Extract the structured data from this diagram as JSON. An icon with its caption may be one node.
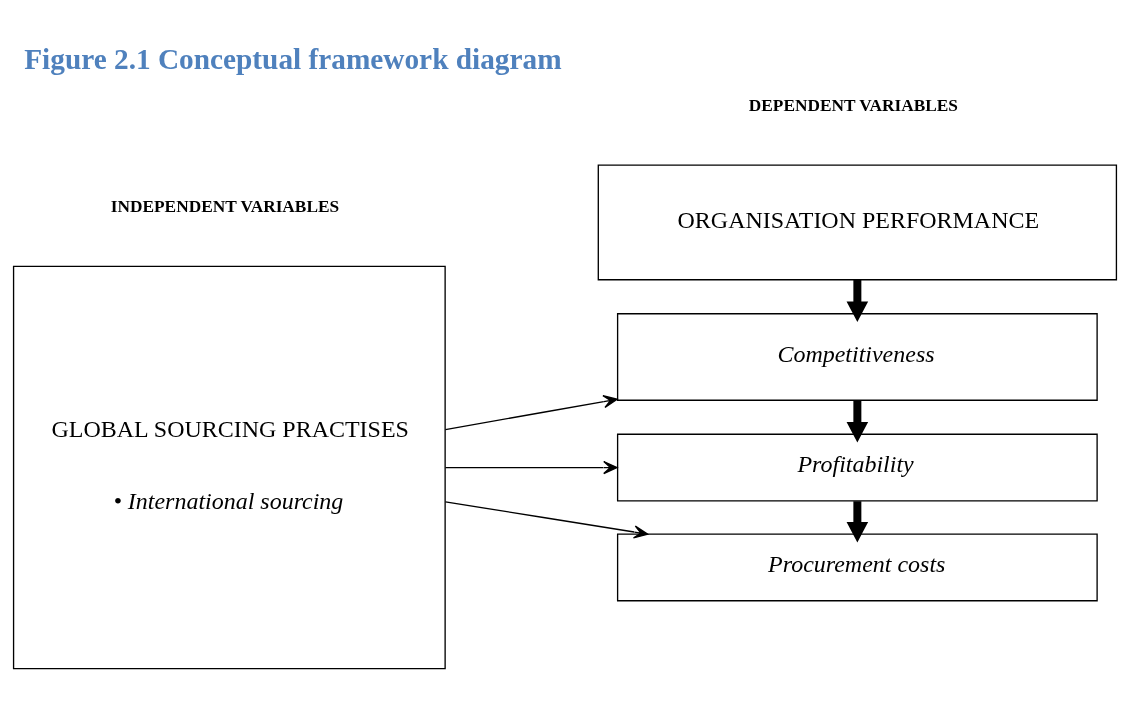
{
  "diagram": {
    "title": "Figure 2.1 Conceptual framework diagram",
    "nodes": [
      {
        "text": [
          "GLOBAL SOURCING PRACTISES",
          "• International sourcing"
        ]
      },
      {
        "text": [
          "ORGANISATION PERFORMANCE"
        ]
      },
      {
        "text": [
          "Competitiveness"
        ]
      },
      {
        "text": [
          "Profitability"
        ]
      },
      {
        "text": [
          "Procurement costs"
        ]
      }
    ],
    "edges": [
      {
        "from": 1,
        "to": 2,
        "arrow": "to",
        "style": "thick"
      },
      {
        "from": 0,
        "to": 2,
        "arrow": "to"
      },
      {
        "from": 2,
        "to": 3,
        "arrow": "to",
        "style": "thick"
      },
      {
        "from": 0,
        "to": 3,
        "arrow": "to"
      },
      {
        "from": 3,
        "to": 4,
        "arrow": "to",
        "style": "thick"
      },
      {
        "from": 0,
        "to": 4,
        "arrow": "to"
      }
    ],
    "labels": [
      "DEPENDENT VARIABLES",
      "INDEPENDENT VARIABLES"
    ]
  }
}
